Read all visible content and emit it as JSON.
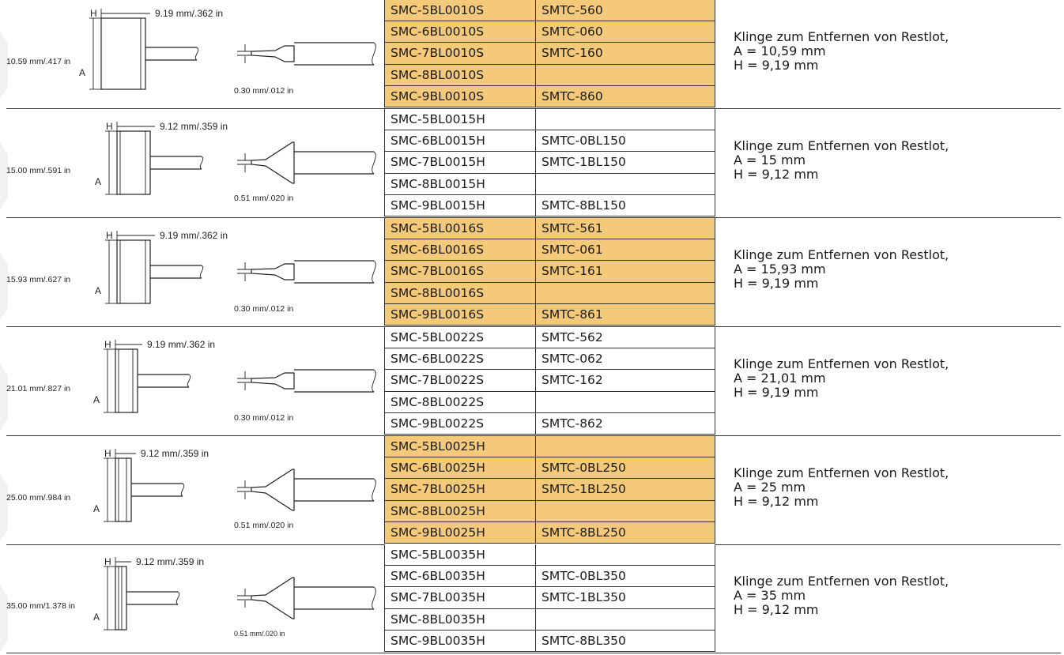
{
  "colors": {
    "highlight": "#f5c97a",
    "plain": "#ffffff",
    "line": "#333333",
    "strip": "#f1f1f1"
  },
  "groups": [
    {
      "highlight": true,
      "drawing": {
        "h_label": "H",
        "a_label": "A",
        "width_dim": "9.19 mm/.362 in",
        "height_dim": "10.59 mm/.417 in",
        "tip_dim": "0.30 mm/.012 in",
        "style": "blade"
      },
      "rows": [
        {
          "part": "SMC-5BL0010S",
          "cartridge": "SMTC-560"
        },
        {
          "part": "SMC-6BL0010S",
          "cartridge": "SMTC-060"
        },
        {
          "part": "SMC-7BL0010S",
          "cartridge": "SMTC-160"
        },
        {
          "part": "SMC-8BL0010S",
          "cartridge": ""
        },
        {
          "part": "SMC-9BL0010S",
          "cartridge": "SMTC-860"
        }
      ],
      "description": [
        "Klinge zum Entfernen von Restlot,",
        "A = 10,59 mm",
        "H = 9,19 mm"
      ]
    },
    {
      "highlight": false,
      "drawing": {
        "h_label": "H",
        "a_label": "A",
        "width_dim": "9.12 mm/.359 in",
        "height_dim": "15.00 mm/.591 in",
        "tip_dim": "0.51 mm/.020 in",
        "style": "flare"
      },
      "rows": [
        {
          "part": "SMC-5BL0015H",
          "cartridge": ""
        },
        {
          "part": "SMC-6BL0015H",
          "cartridge": "SMTC-0BL150"
        },
        {
          "part": "SMC-7BL0015H",
          "cartridge": "SMTC-1BL150"
        },
        {
          "part": "SMC-8BL0015H",
          "cartridge": ""
        },
        {
          "part": "SMC-9BL0015H",
          "cartridge": "SMTC-8BL150"
        }
      ],
      "description": [
        "Klinge zum Entfernen von Restlot,",
        "A = 15 mm",
        "H = 9,12 mm"
      ]
    },
    {
      "highlight": true,
      "drawing": {
        "h_label": "H",
        "a_label": "A",
        "width_dim": "9.19 mm/.362 in",
        "height_dim": "15.93 mm/.627 in",
        "tip_dim": "0.30 mm/.012 in",
        "style": "blade"
      },
      "rows": [
        {
          "part": "SMC-5BL0016S",
          "cartridge": "SMTC-561"
        },
        {
          "part": "SMC-6BL0016S",
          "cartridge": "SMTC-061"
        },
        {
          "part": "SMC-7BL0016S",
          "cartridge": "SMTC-161"
        },
        {
          "part": "SMC-8BL0016S",
          "cartridge": ""
        },
        {
          "part": "SMC-9BL0016S",
          "cartridge": "SMTC-861"
        }
      ],
      "description": [
        "Klinge zum Entfernen von Restlot,",
        "A = 15,93 mm",
        "H = 9,19 mm"
      ]
    },
    {
      "highlight": false,
      "drawing": {
        "h_label": "H",
        "a_label": "A",
        "width_dim": "9.19 mm/.362 in",
        "height_dim": "21.01 mm/.827 in",
        "tip_dim": "0.30 mm/.012 in",
        "style": "blade"
      },
      "rows": [
        {
          "part": "SMC-5BL0022S",
          "cartridge": "SMTC-562"
        },
        {
          "part": "SMC-6BL0022S",
          "cartridge": "SMTC-062"
        },
        {
          "part": "SMC-7BL0022S",
          "cartridge": "SMTC-162"
        },
        {
          "part": "SMC-8BL0022S",
          "cartridge": ""
        },
        {
          "part": "SMC-9BL0022S",
          "cartridge": "SMTC-862"
        }
      ],
      "description": [
        "Klinge zum Entfernen von Restlot,",
        "A = 21,01 mm",
        "H = 9,19 mm"
      ]
    },
    {
      "highlight": true,
      "drawing": {
        "h_label": "H",
        "a_label": "A",
        "width_dim": "9.12 mm/.359 in",
        "height_dim": "25.00 mm/.984 in",
        "tip_dim": "0.51 mm/.020 in",
        "style": "flare"
      },
      "rows": [
        {
          "part": "SMC-5BL0025H",
          "cartridge": ""
        },
        {
          "part": "SMC-6BL0025H",
          "cartridge": "SMTC-0BL250"
        },
        {
          "part": "SMC-7BL0025H",
          "cartridge": "SMTC-1BL250"
        },
        {
          "part": "SMC-8BL0025H",
          "cartridge": ""
        },
        {
          "part": "SMC-9BL0025H",
          "cartridge": "SMTC-8BL250"
        }
      ],
      "description": [
        "Klinge zum Entfernen von Restlot,",
        "A = 25 mm",
        "H = 9,12 mm"
      ]
    },
    {
      "highlight": false,
      "drawing": {
        "h_label": "H",
        "a_label": "A",
        "width_dim": "9.12 mm/.359 in",
        "height_dim": "35.00 mm/1.378 in",
        "tip_dim": "0.51 mm/.020 in",
        "style": "flare"
      },
      "rows": [
        {
          "part": "SMC-5BL0035H",
          "cartridge": ""
        },
        {
          "part": "SMC-6BL0035H",
          "cartridge": "SMTC-0BL350"
        },
        {
          "part": "SMC-7BL0035H",
          "cartridge": "SMTC-1BL350"
        },
        {
          "part": "SMC-8BL0035H",
          "cartridge": ""
        },
        {
          "part": "SMC-9BL0035H",
          "cartridge": "SMTC-8BL350"
        }
      ],
      "description": [
        "Klinge zum Entfernen von Restlot,",
        "A = 35 mm",
        "H = 9,12 mm"
      ]
    }
  ]
}
